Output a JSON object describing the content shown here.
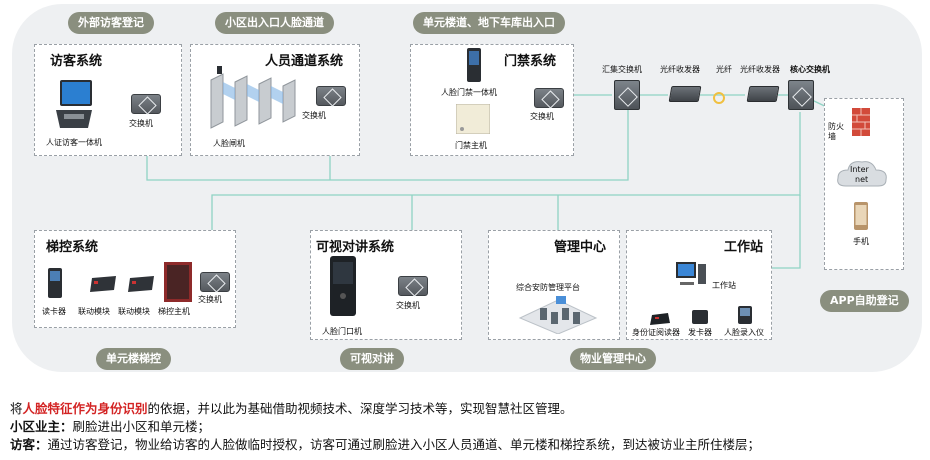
{
  "sections": {
    "visitor_pill": "外部访客登记",
    "channel_pill": "小区出入口人脸通道",
    "unit_pill": "单元楼道、地下车库出入口",
    "elevator_pill": "单元楼梯控",
    "intercom_pill": "可视对讲",
    "property_pill": "物业管理中心",
    "app_pill": "APP自助登记"
  },
  "visitor_system": {
    "title": "访客系统",
    "terminal": "人证访客一体机",
    "switch": "交换机"
  },
  "channel_system": {
    "title": "人员通道系统",
    "gate": "人脸闸机",
    "switch": "交换机"
  },
  "access_system": {
    "title": "门禁系统",
    "terminal": "人脸门禁一体机",
    "controller": "门禁主机",
    "switch": "交换机"
  },
  "backbone": {
    "agg_switch": "汇集交换机",
    "transceiver1": "光纤收发器",
    "fiber": "光纤",
    "transceiver2": "光纤收发器",
    "core_switch": "核心交换机",
    "firewall": "防火墙",
    "internet_line1": "Inter",
    "internet_line2": "net",
    "phone": "手机"
  },
  "elevator_system": {
    "title": "梯控系统",
    "reader": "读卡器",
    "module1": "联动模块",
    "module2": "联动模块",
    "host": "梯控主机",
    "switch": "交换机"
  },
  "intercom_system": {
    "title": "可视对讲系统",
    "door": "人脸门口机",
    "switch": "交换机"
  },
  "management": {
    "title": "管理中心",
    "platform": "综合安防管理平台"
  },
  "workstation": {
    "title": "工作站",
    "pc": "工作站",
    "id_reader": "身份证阅读器",
    "card_issuer": "发卡器",
    "enroll": "人脸录入仪"
  },
  "description": {
    "line1_pre": "将",
    "line1_red": "人脸特征作为身份识别",
    "line1_post": "的依据，并以此为基础借助视频技术、深度学习技术等，实现智慧社区管理。",
    "line2_label": "小区业主：",
    "line2_text": "刷脸进出小区和单元楼；",
    "line3_label": "访客：",
    "line3_text": "通过访客登记，物业给访客的人脸做临时授权，访客可通过刷脸进入小区人员通道、单元楼和梯控系统，到达被访业主所住楼层；"
  },
  "colors": {
    "pill": "#8a8f7f",
    "wire": "#8fd3c4",
    "panel": "#eef0f2",
    "highlight": "#d32424"
  }
}
